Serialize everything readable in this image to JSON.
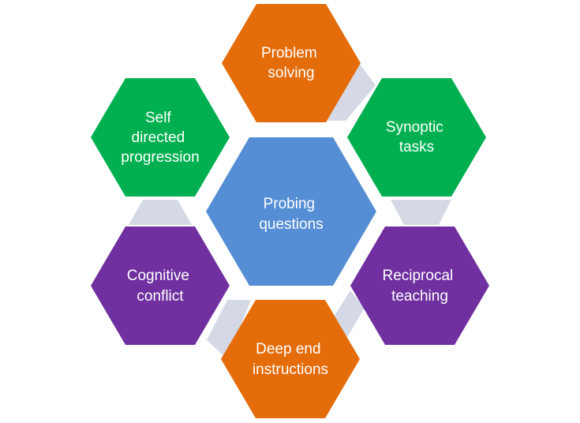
{
  "colors": {
    "orange": "#E46C0A",
    "green": "#00B050",
    "purple": "#7030A0",
    "blue": "#558ED5",
    "connector": "#D5D9E6",
    "text": "#FFFFFF"
  },
  "center": {
    "lines": [
      "Probing",
      "questions"
    ],
    "color": "blue"
  },
  "nodes": [
    {
      "id": "problem-solving",
      "lines": [
        "Problem",
        "solving"
      ],
      "color": "orange"
    },
    {
      "id": "synoptic-tasks",
      "lines": [
        "Synoptic",
        "tasks"
      ],
      "color": "green"
    },
    {
      "id": "reciprocal-teaching",
      "lines": [
        "Reciprocal",
        "teaching"
      ],
      "color": "purple"
    },
    {
      "id": "deep-end-instructions",
      "lines": [
        "Deep end",
        "instructions"
      ],
      "color": "orange"
    },
    {
      "id": "cognitive-conflict",
      "lines": [
        "Cognitive",
        "conflict"
      ],
      "color": "purple"
    },
    {
      "id": "self-directed-progression",
      "lines": [
        "Self",
        "directed",
        "progression"
      ],
      "color": "green"
    }
  ]
}
